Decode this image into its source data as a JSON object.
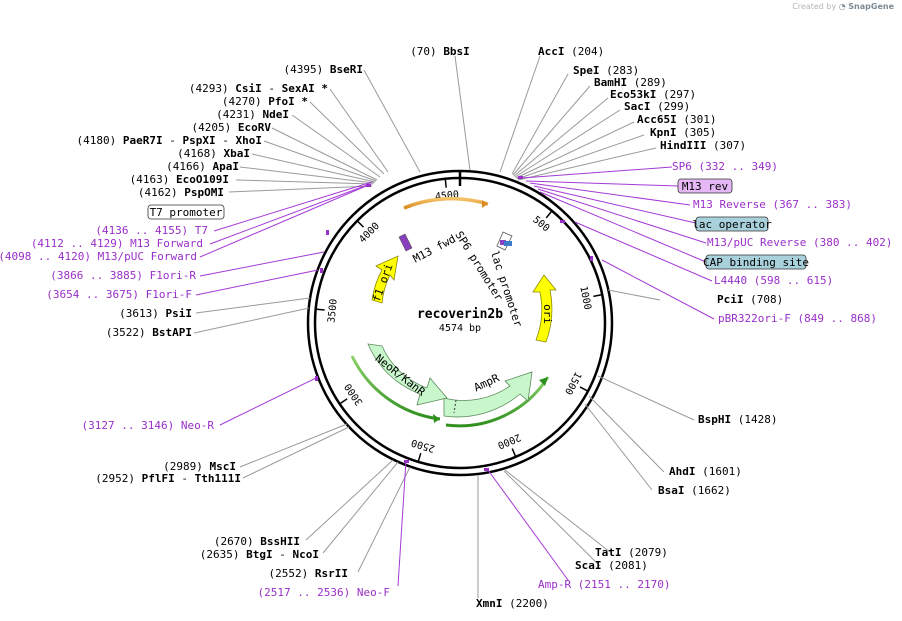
{
  "credit": {
    "prefix": "Created by",
    "brand": "SnapGene"
  },
  "plasmid": {
    "name": "recoverin2b",
    "size_label": "4574 bp"
  },
  "ticks": [
    "500",
    "1000",
    "1500",
    "2000",
    "2500",
    "3000",
    "3500",
    "4000",
    "4500"
  ],
  "sites": [
    {
      "pos": "(70)",
      "name": "BbsI"
    },
    {
      "pos": "(204)",
      "name": "AccI"
    },
    {
      "pos": "(283)",
      "name": "SpeI"
    },
    {
      "pos": "(289)",
      "name": "BamHI"
    },
    {
      "pos": "(297)",
      "name": "Eco53kI"
    },
    {
      "pos": "(299)",
      "name": "SacI"
    },
    {
      "pos": "(301)",
      "name": "Acc65I"
    },
    {
      "pos": "(305)",
      "name": "KpnI"
    },
    {
      "pos": "(307)",
      "name": "HindIII"
    },
    {
      "pos": "(708)",
      "name": "PciI"
    },
    {
      "pos": "(1428)",
      "name": "BspHI"
    },
    {
      "pos": "(1601)",
      "name": "AhdI"
    },
    {
      "pos": "(1662)",
      "name": "BsaI"
    },
    {
      "pos": "(2079)",
      "name": "TatI"
    },
    {
      "pos": "(2081)",
      "name": "ScaI"
    },
    {
      "pos": "(2200)",
      "name": "XmnI"
    },
    {
      "pos": "(2552)",
      "name": "RsrII"
    },
    {
      "pos": "(2635)",
      "name": "BtgI",
      "name2": "NcoI"
    },
    {
      "pos": "(2670)",
      "name": "BssHII"
    },
    {
      "pos": "(2952)",
      "name": "PflFI",
      "name2": "Tth111I"
    },
    {
      "pos": "(2989)",
      "name": "MscI"
    },
    {
      "pos": "(3522)",
      "name": "BstAPI"
    },
    {
      "pos": "(3613)",
      "name": "PsiI"
    },
    {
      "pos": "(4162)",
      "name": "PspOMI"
    },
    {
      "pos": "(4163)",
      "name": "EcoO109I"
    },
    {
      "pos": "(4166)",
      "name": "ApaI"
    },
    {
      "pos": "(4168)",
      "name": "XbaI"
    },
    {
      "pos": "(4180)",
      "name": "PaeR7I",
      "name2": "PspXI",
      "name3": "XhoI"
    },
    {
      "pos": "(4205)",
      "name": "EcoRV"
    },
    {
      "pos": "(4231)",
      "name": "NdeI"
    },
    {
      "pos": "(4270)",
      "name": "PfoI *"
    },
    {
      "pos": "(4293)",
      "name": "CsiI",
      "name2": "SexAI *"
    },
    {
      "pos": "(4395)",
      "name": "BseRI"
    }
  ],
  "primers": [
    {
      "name": "SP6",
      "range": "(332 .. 349)"
    },
    {
      "name": "M13 Reverse",
      "range": "(367 .. 383)"
    },
    {
      "name": "M13/pUC Reverse",
      "range": "(380 .. 402)"
    },
    {
      "name": "L4440",
      "range": "(598 .. 615)"
    },
    {
      "name": "pBR322ori-F",
      "range": "(849 .. 868)"
    },
    {
      "name": "Amp-R",
      "range": "(2151 .. 2170)"
    },
    {
      "name": "Neo-F",
      "range": "(2517 .. 2536)"
    },
    {
      "name": "Neo-R",
      "range": "(3127 .. 3146)"
    },
    {
      "name": "F1ori-F",
      "range": "(3654 .. 3675)"
    },
    {
      "name": "F1ori-R",
      "range": "(3866 .. 3885)"
    },
    {
      "name": "M13/pUC Forward",
      "range": "(4098 .. 4120)"
    },
    {
      "name": "M13 Forward",
      "range": "(4112 .. 4129)"
    },
    {
      "name": "T7",
      "range": "(4136 .. 4155)"
    }
  ],
  "boxed_features": [
    {
      "label": "M13 rev",
      "color": "#e5b8f5"
    },
    {
      "label": "lac operator",
      "color": "#a9d1dc"
    },
    {
      "label": "CAP binding site",
      "color": "#a9d1dc"
    },
    {
      "label": "T7 promoter",
      "color": "#ffffff"
    }
  ],
  "features": [
    {
      "label": "AmpR",
      "color": "#c9f7cc"
    },
    {
      "label": "NeoR/KanR",
      "color": "#c9f7cc"
    },
    {
      "label": "ori",
      "color": "#ffff00"
    },
    {
      "label": "f1 ori",
      "color": "#ffff00"
    },
    {
      "label": "lac promoter",
      "color": "#ffffff"
    },
    {
      "label": "SP6 promoter",
      "color": "#ffffff"
    },
    {
      "label": "M13 fwd",
      "color": "#ffffff"
    }
  ],
  "colors": {
    "primer": "#9a2fc9",
    "orf_arc": "#228b22",
    "insert_arc": "#e8a33a",
    "backbone": "#000000"
  }
}
